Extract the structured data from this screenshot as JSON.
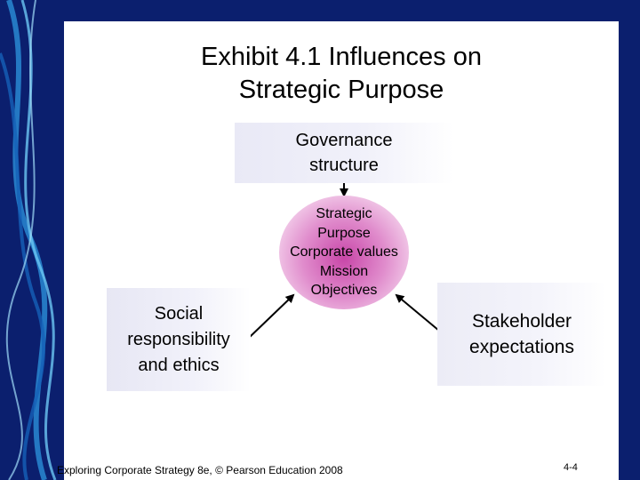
{
  "title_lines": [
    "Exhibit 4.1 Influences on",
    "Strategic Purpose"
  ],
  "governance": [
    "Governance",
    "structure"
  ],
  "center": [
    "Strategic",
    "Purpose",
    "Corporate values",
    "Mission",
    "Objectives"
  ],
  "social": [
    "Social",
    "responsibility",
    "and ethics"
  ],
  "stakeholder": [
    "Stakeholder",
    "expectations"
  ],
  "footer": "Exploring Corporate Strategy 8e, © Pearson Education 2008",
  "page_number": "4-4",
  "colors": {
    "background": "#0b1f6e",
    "slide": "#ffffff",
    "center_fill": "#c846a8"
  }
}
